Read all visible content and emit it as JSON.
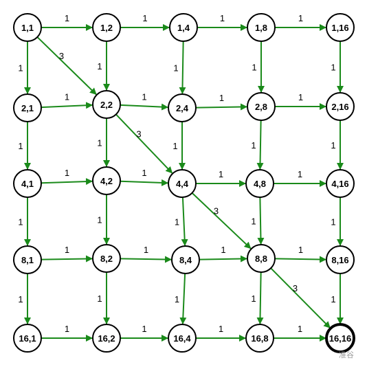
{
  "diagram": {
    "nodes": [
      [
        "1,1",
        "1,2",
        "1,4",
        "1,8",
        "1,16"
      ],
      [
        "2,1",
        "2,2",
        "2,4",
        "2,8",
        "2,16"
      ],
      [
        "4,1",
        "4,2",
        "4,4",
        "4,8",
        "4,16"
      ],
      [
        "8,1",
        "8,2",
        "8,4",
        "8,8",
        "8,16"
      ],
      [
        "16,1",
        "16,2",
        "16,4",
        "16,8",
        "16,16"
      ]
    ],
    "highlighted_node": "16,16",
    "horizontal_edge_weight": "1",
    "vertical_edge_weight": "1",
    "diagonal_edge_weight": "3",
    "edge_color": "#1a8a1a",
    "watermark": "准谷"
  }
}
